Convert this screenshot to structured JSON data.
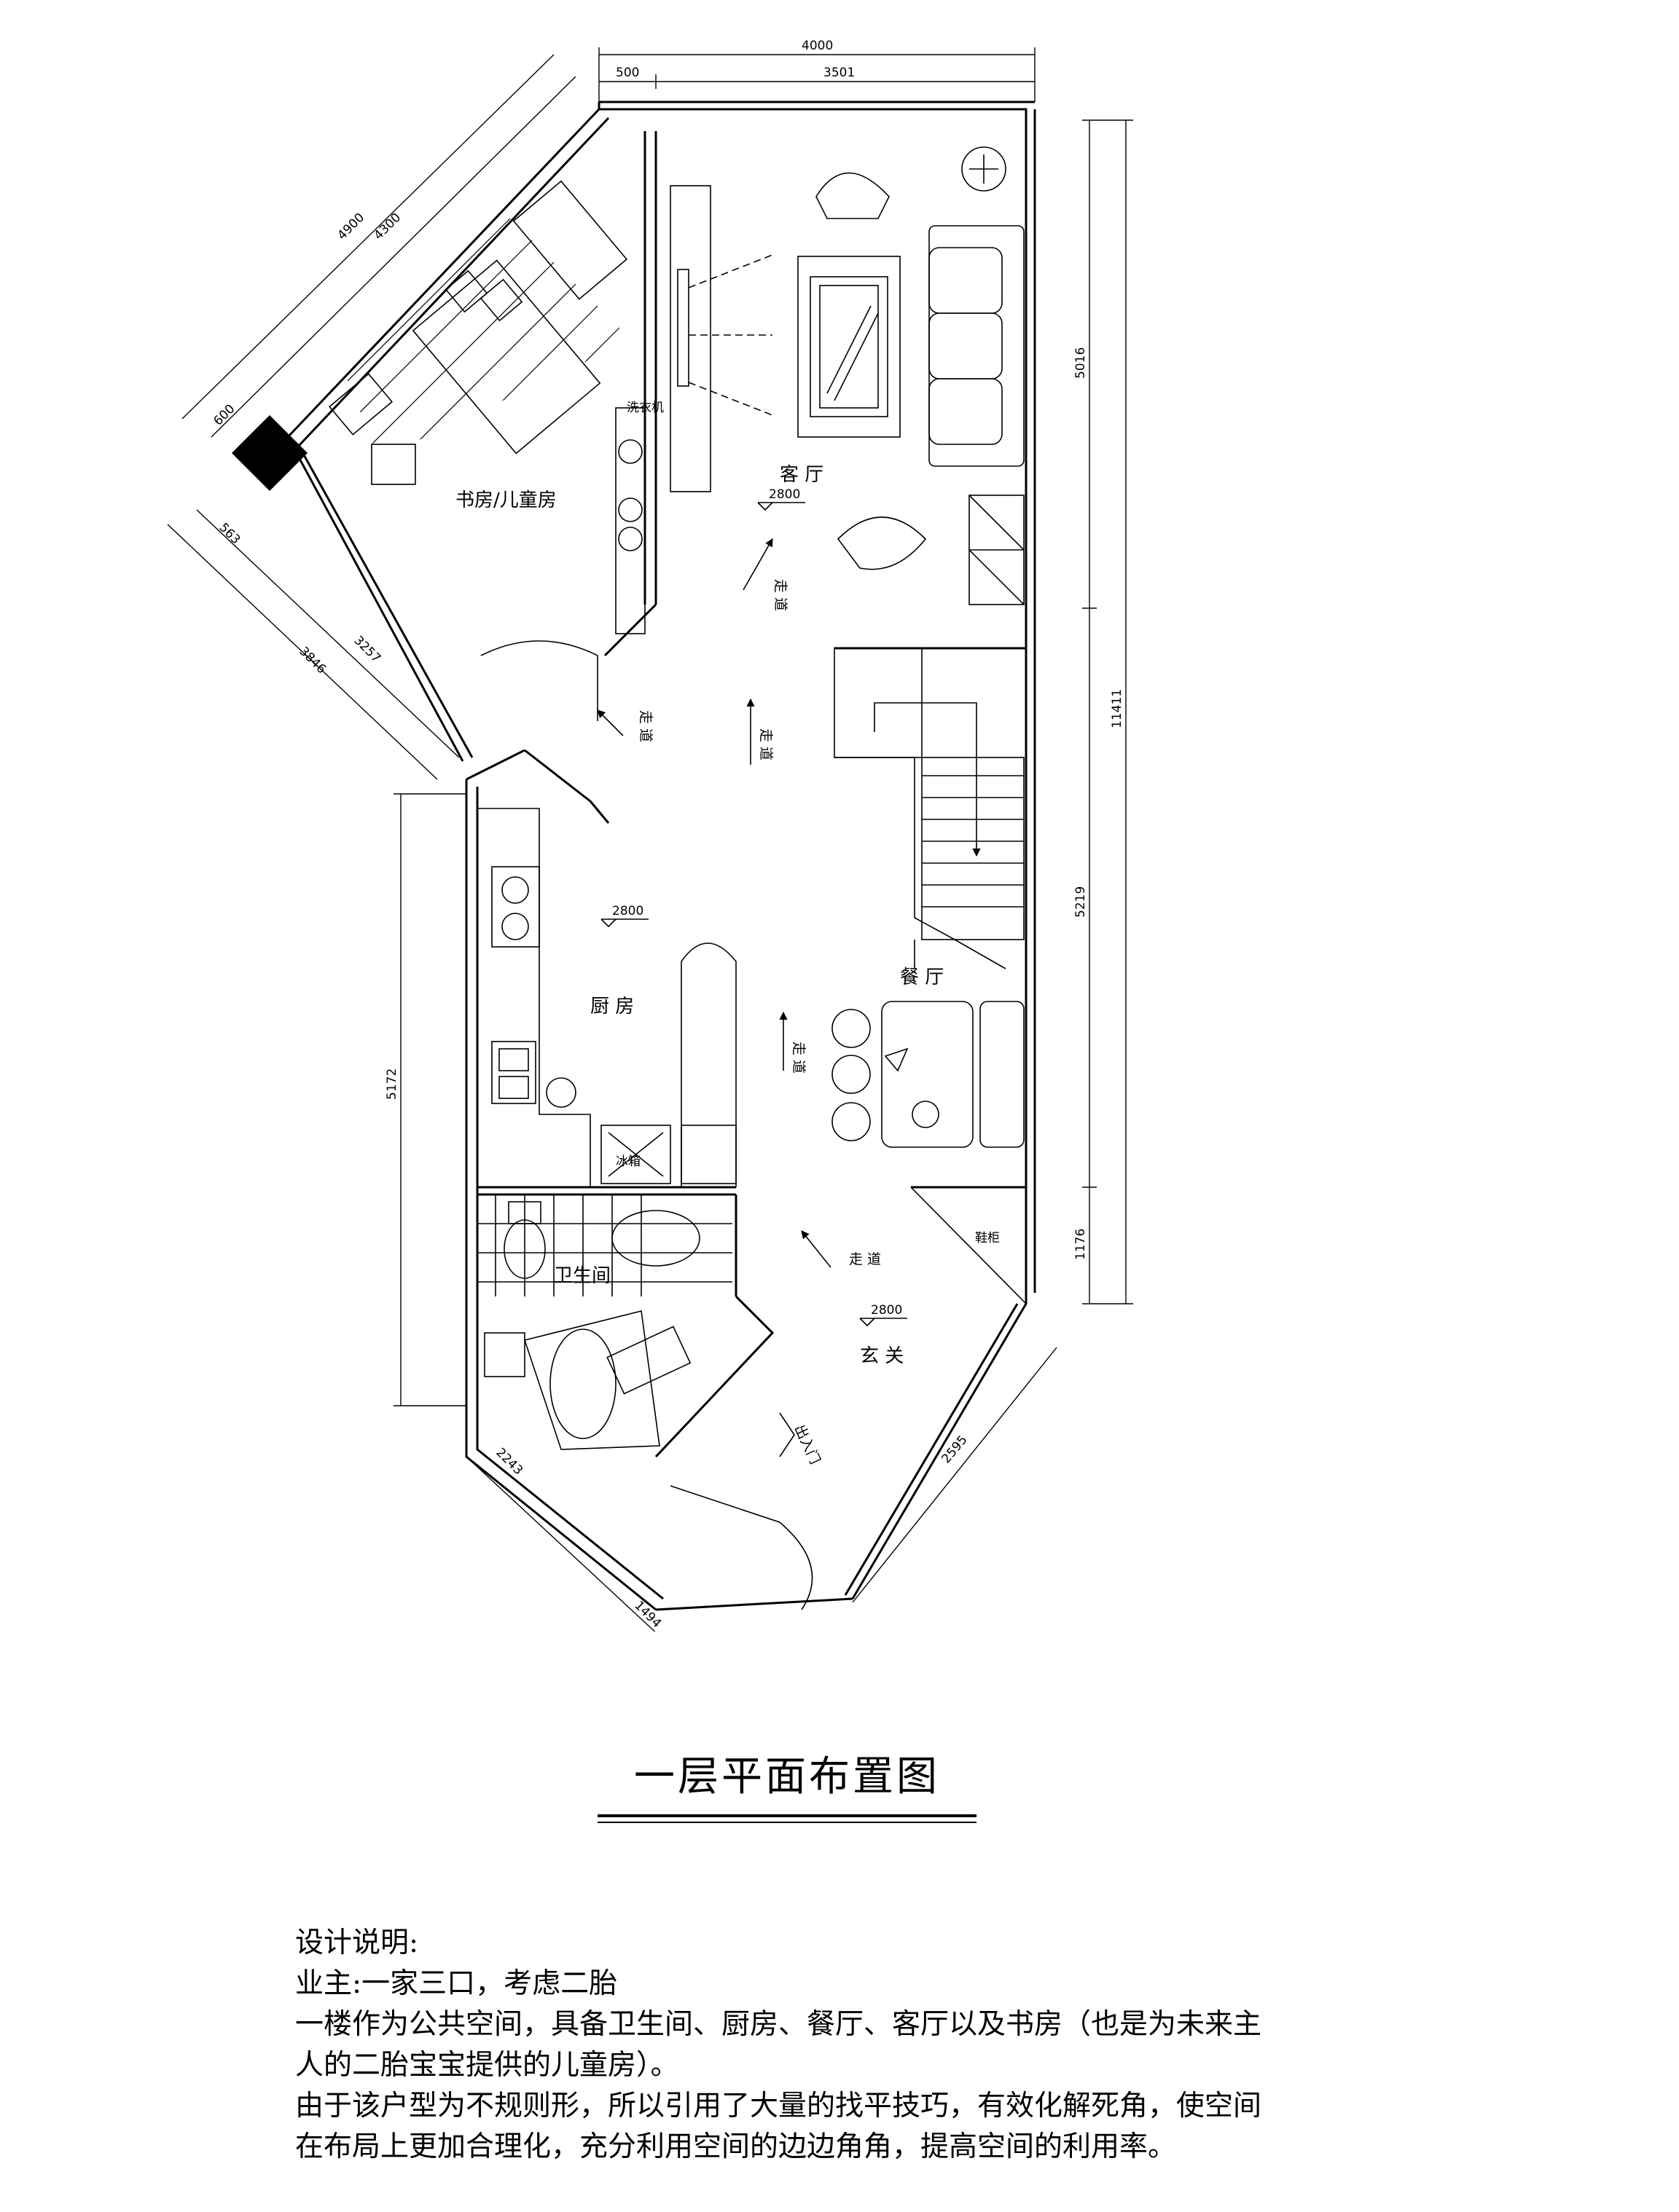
{
  "plan": {
    "rooms": {
      "living": "客 厅",
      "study": "书房/儿童房",
      "kitchen": "厨 房",
      "dining": "餐 厅",
      "bathroom": "卫生间",
      "foyer": "玄 关"
    },
    "corridor": [
      "走 道",
      "走 道",
      "走 道",
      "走 道",
      "走 道"
    ],
    "ceiling_height": [
      "2800",
      "2800",
      "2800"
    ],
    "entrance": "出入门",
    "washer": "洗衣机",
    "shoe_cabinet": "鞋柜",
    "fridge": "冰箱",
    "dimensions": {
      "top_total": "4000",
      "top_left": "500",
      "top_right": "3501",
      "right_upper": "5016",
      "right_total": "11411",
      "right_middle": "5219",
      "right_lower": "1176",
      "left_kitchen": "5172",
      "diag_outer": "4900",
      "diag_inner": "4300",
      "diag_600": "600",
      "diag_563": "563",
      "diag_3846": "3846",
      "diag_3257": "3257",
      "bottom_2243": "2243",
      "bottom_2595": "2595",
      "bottom_1494": "1494"
    }
  },
  "title": "一层平面布置图",
  "notes": {
    "heading": "设计说明:",
    "owner": "业主:一家三口，考虑二胎",
    "line1": "一楼作为公共空间，具备卫生间、厨房、餐厅、客厅以及书房（也是为未来主",
    "line2": "人的二胎宝宝提供的儿童房）。",
    "line3": "由于该户型为不规则形，所以引用了大量的找平技巧，有效化解死角，使空间",
    "line4": "在布局上更加合理化，充分利用空间的边边角角，提高空间的利用率。"
  }
}
